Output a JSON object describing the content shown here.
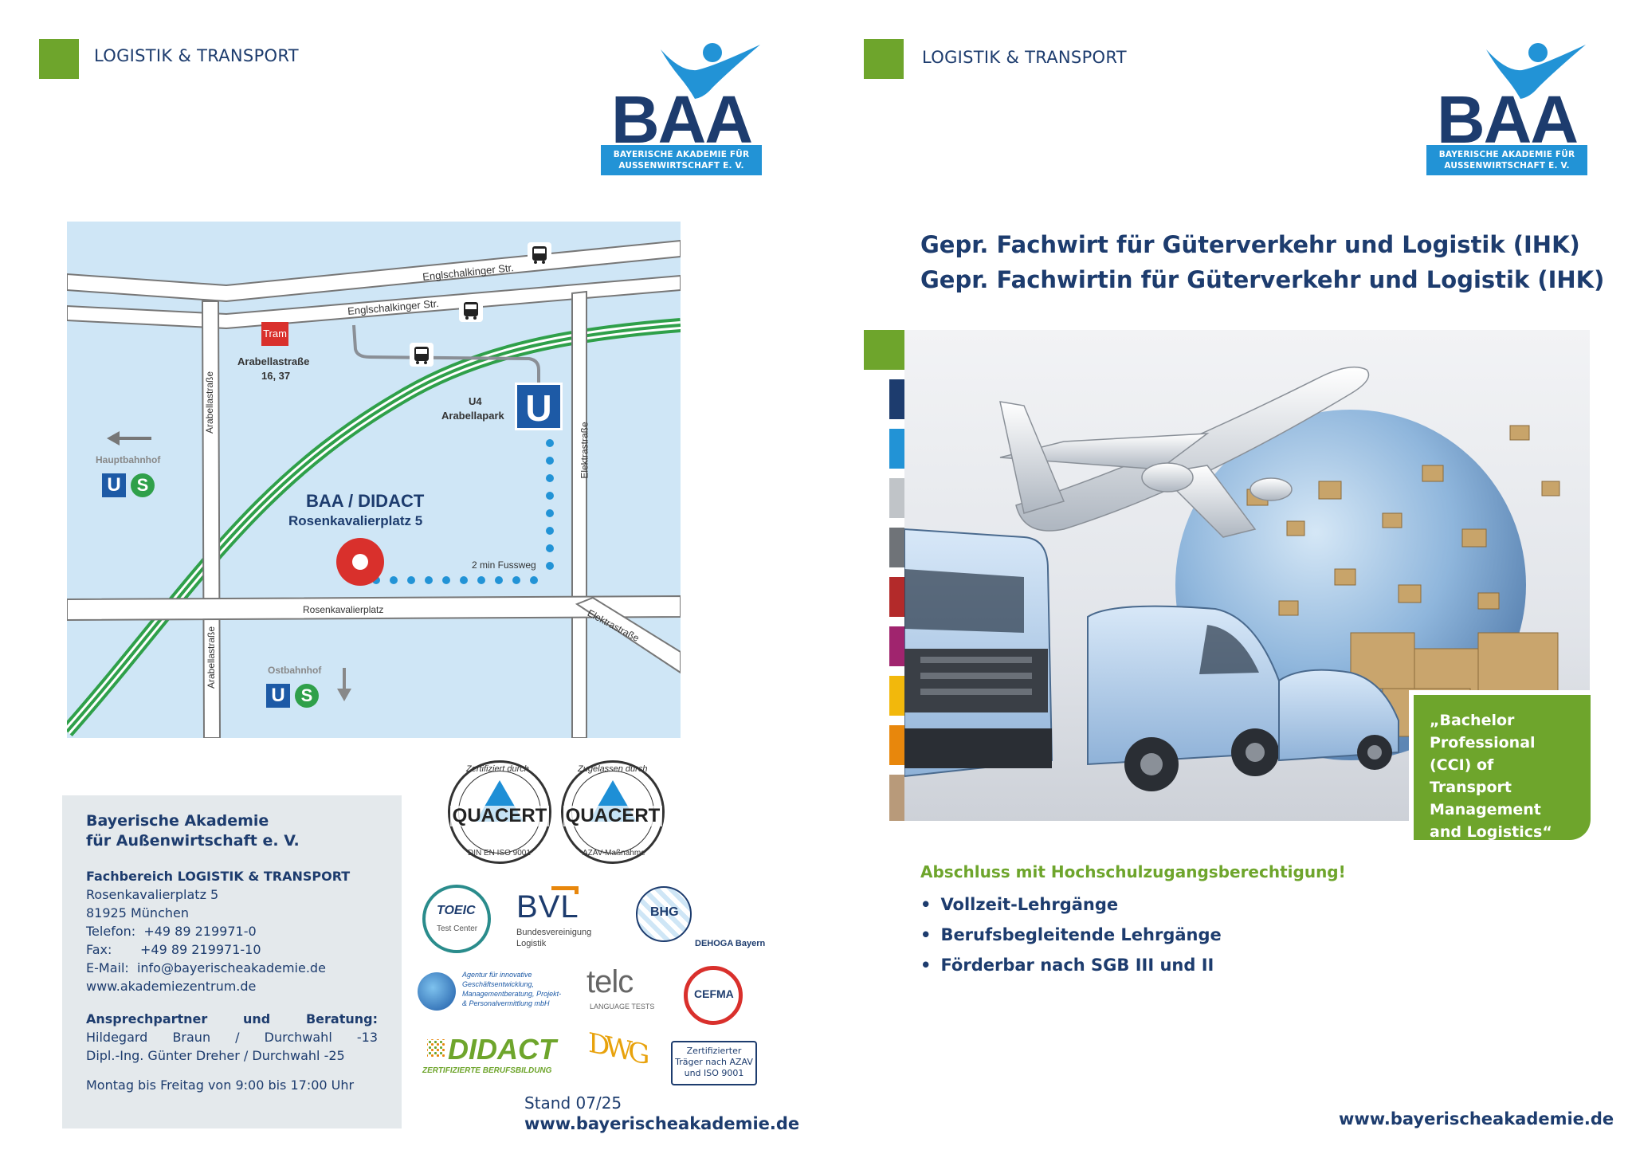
{
  "left_page": {
    "header": {
      "label": "LOGISTIK & TRANSPORT"
    },
    "logo": {
      "wordmark": "BAA",
      "tagline_1": "BAYERISCHE AKADEMIE FÜR",
      "tagline_2": "AUSSENWIRTSCHAFT E. V."
    },
    "map": {
      "street_top": "Englschalkinger Str.",
      "street_mid": "Englschalkinger Str.",
      "tram_label": "Tram",
      "tram_stop": "Arabellastraße",
      "tram_lines": "16, 37",
      "u4_line": "U4",
      "u4_station": "Arabellapark",
      "u_letter": "U",
      "s_letter": "S",
      "hauptbahnhof": "Hauptbahnhof",
      "ostbahnhof": "Ostbahnhof",
      "arabellastrasse_upper": "Arabellastraße",
      "arabellastrasse_lower": "Arabellastraße",
      "elektrastrasse_upper": "Elektrastraße",
      "elektrastrasse_lower": "Elektrastraße",
      "destination_name": "BAA / DIDACT",
      "destination_address": "Rosenkavalierplatz 5",
      "walk": "2 min Fussweg",
      "rosenkavalierplatz": "Rosenkavalierplatz"
    },
    "contact": {
      "org_1": "Bayerische Akademie",
      "org_2": "für Außenwirtschaft e. V.",
      "dept": "Fachbereich LOGISTIK & TRANSPORT",
      "street": "Rosenkavalierplatz 5",
      "city": "81925 München",
      "phone_label": "Telefon:",
      "phone": "+49 89 219971-0",
      "fax_label": "Fax:",
      "fax": "+49 89 219971-10",
      "email_label": "E-Mail:",
      "email": "info@bayerischeakademie.de",
      "web": "www.akademiezentrum.de",
      "contacts_w1": "Ansprechpartner",
      "contacts_w2": "und",
      "contacts_w3": "Beratung:",
      "person1_name": "Hildegard",
      "person1_last": "Braun",
      "person1_sep": "/",
      "person1_dw": "Durchwahl",
      "person1_ext": "-13",
      "person2": "Dipl.-Ing. Günter Dreher / Durchwahl -25",
      "hours": "Montag bis Freitag von 9:00 bis 17:00 Uhr"
    },
    "certs": {
      "quacert": "QUACERT",
      "seal1_top": "Zertifiziert durch",
      "seal1_bottom": "DIN EN ISO 9001",
      "seal2_top": "Zugelassen durch",
      "seal2_bottom": "AZAV-Maßnahme",
      "toeic": "TOEIC",
      "toeic_sub": "Test Center",
      "bvl": "BVL",
      "bvl_sub_1": "Bundesvereinigung",
      "bvl_sub_2": "Logistik",
      "dehoga": "DEHOGA Bayern",
      "bhg": "BHG",
      "agentur_1": "Agentur für innovative",
      "agentur_2": "Geschäftsentwicklung,",
      "agentur_3": "Managementberatung, Projekt-",
      "agentur_4": "& Personalvermittlung mbH",
      "telc": "telc",
      "telc_sub": "LANGUAGE TESTS",
      "cefma": "CEFMA",
      "didact": "DIDACT",
      "didact_sub": "ZERTIFIZIERTE BERUFSBILDUNG",
      "dwg": "DWG",
      "azav_1": "Zertifizierter",
      "azav_2": "Träger nach AZAV",
      "azav_3": "und ISO 9001"
    },
    "stand": "Stand 07/25",
    "url": "www.bayerischeakademie.de"
  },
  "right_page": {
    "header": {
      "label": "LOGISTIK & TRANSPORT"
    },
    "logo": {
      "wordmark": "BAA",
      "tagline_1": "BAYERISCHE AKADEMIE FÜR",
      "tagline_2": "AUSSENWIRTSCHAFT E. V."
    },
    "title_1": "Gepr. Fachwirt für Güterverkehr und Logistik (IHK)",
    "title_2": "Gepr. Fachwirtin für Güterverkehr und Logistik (IHK)",
    "badge": [
      "„Bachelor",
      "Professional",
      "(CCI) of Transport",
      "Management",
      "and Logistics“"
    ],
    "subheading": "Abschluss mit Hochschulzugangsberechtigung!",
    "bullets": [
      "Vollzeit-Lehrgänge",
      "Berufsbegleitende Lehrgänge",
      "Förderbar nach SGB III und II"
    ],
    "url": "www.bayerischeakademie.de"
  },
  "colors": {
    "navy": "#1d3c6e",
    "green": "#6ea52c",
    "blue": "#2293d6",
    "map_bg": "#cfe6f6",
    "stripes": [
      "#6ea52c",
      "#1d3c6e",
      "#2293d6",
      "#c0c4c8",
      "#6f7378",
      "#b32a2a",
      "#a0246e",
      "#f2b80c",
      "#e8870c",
      "#b89a7a"
    ]
  }
}
